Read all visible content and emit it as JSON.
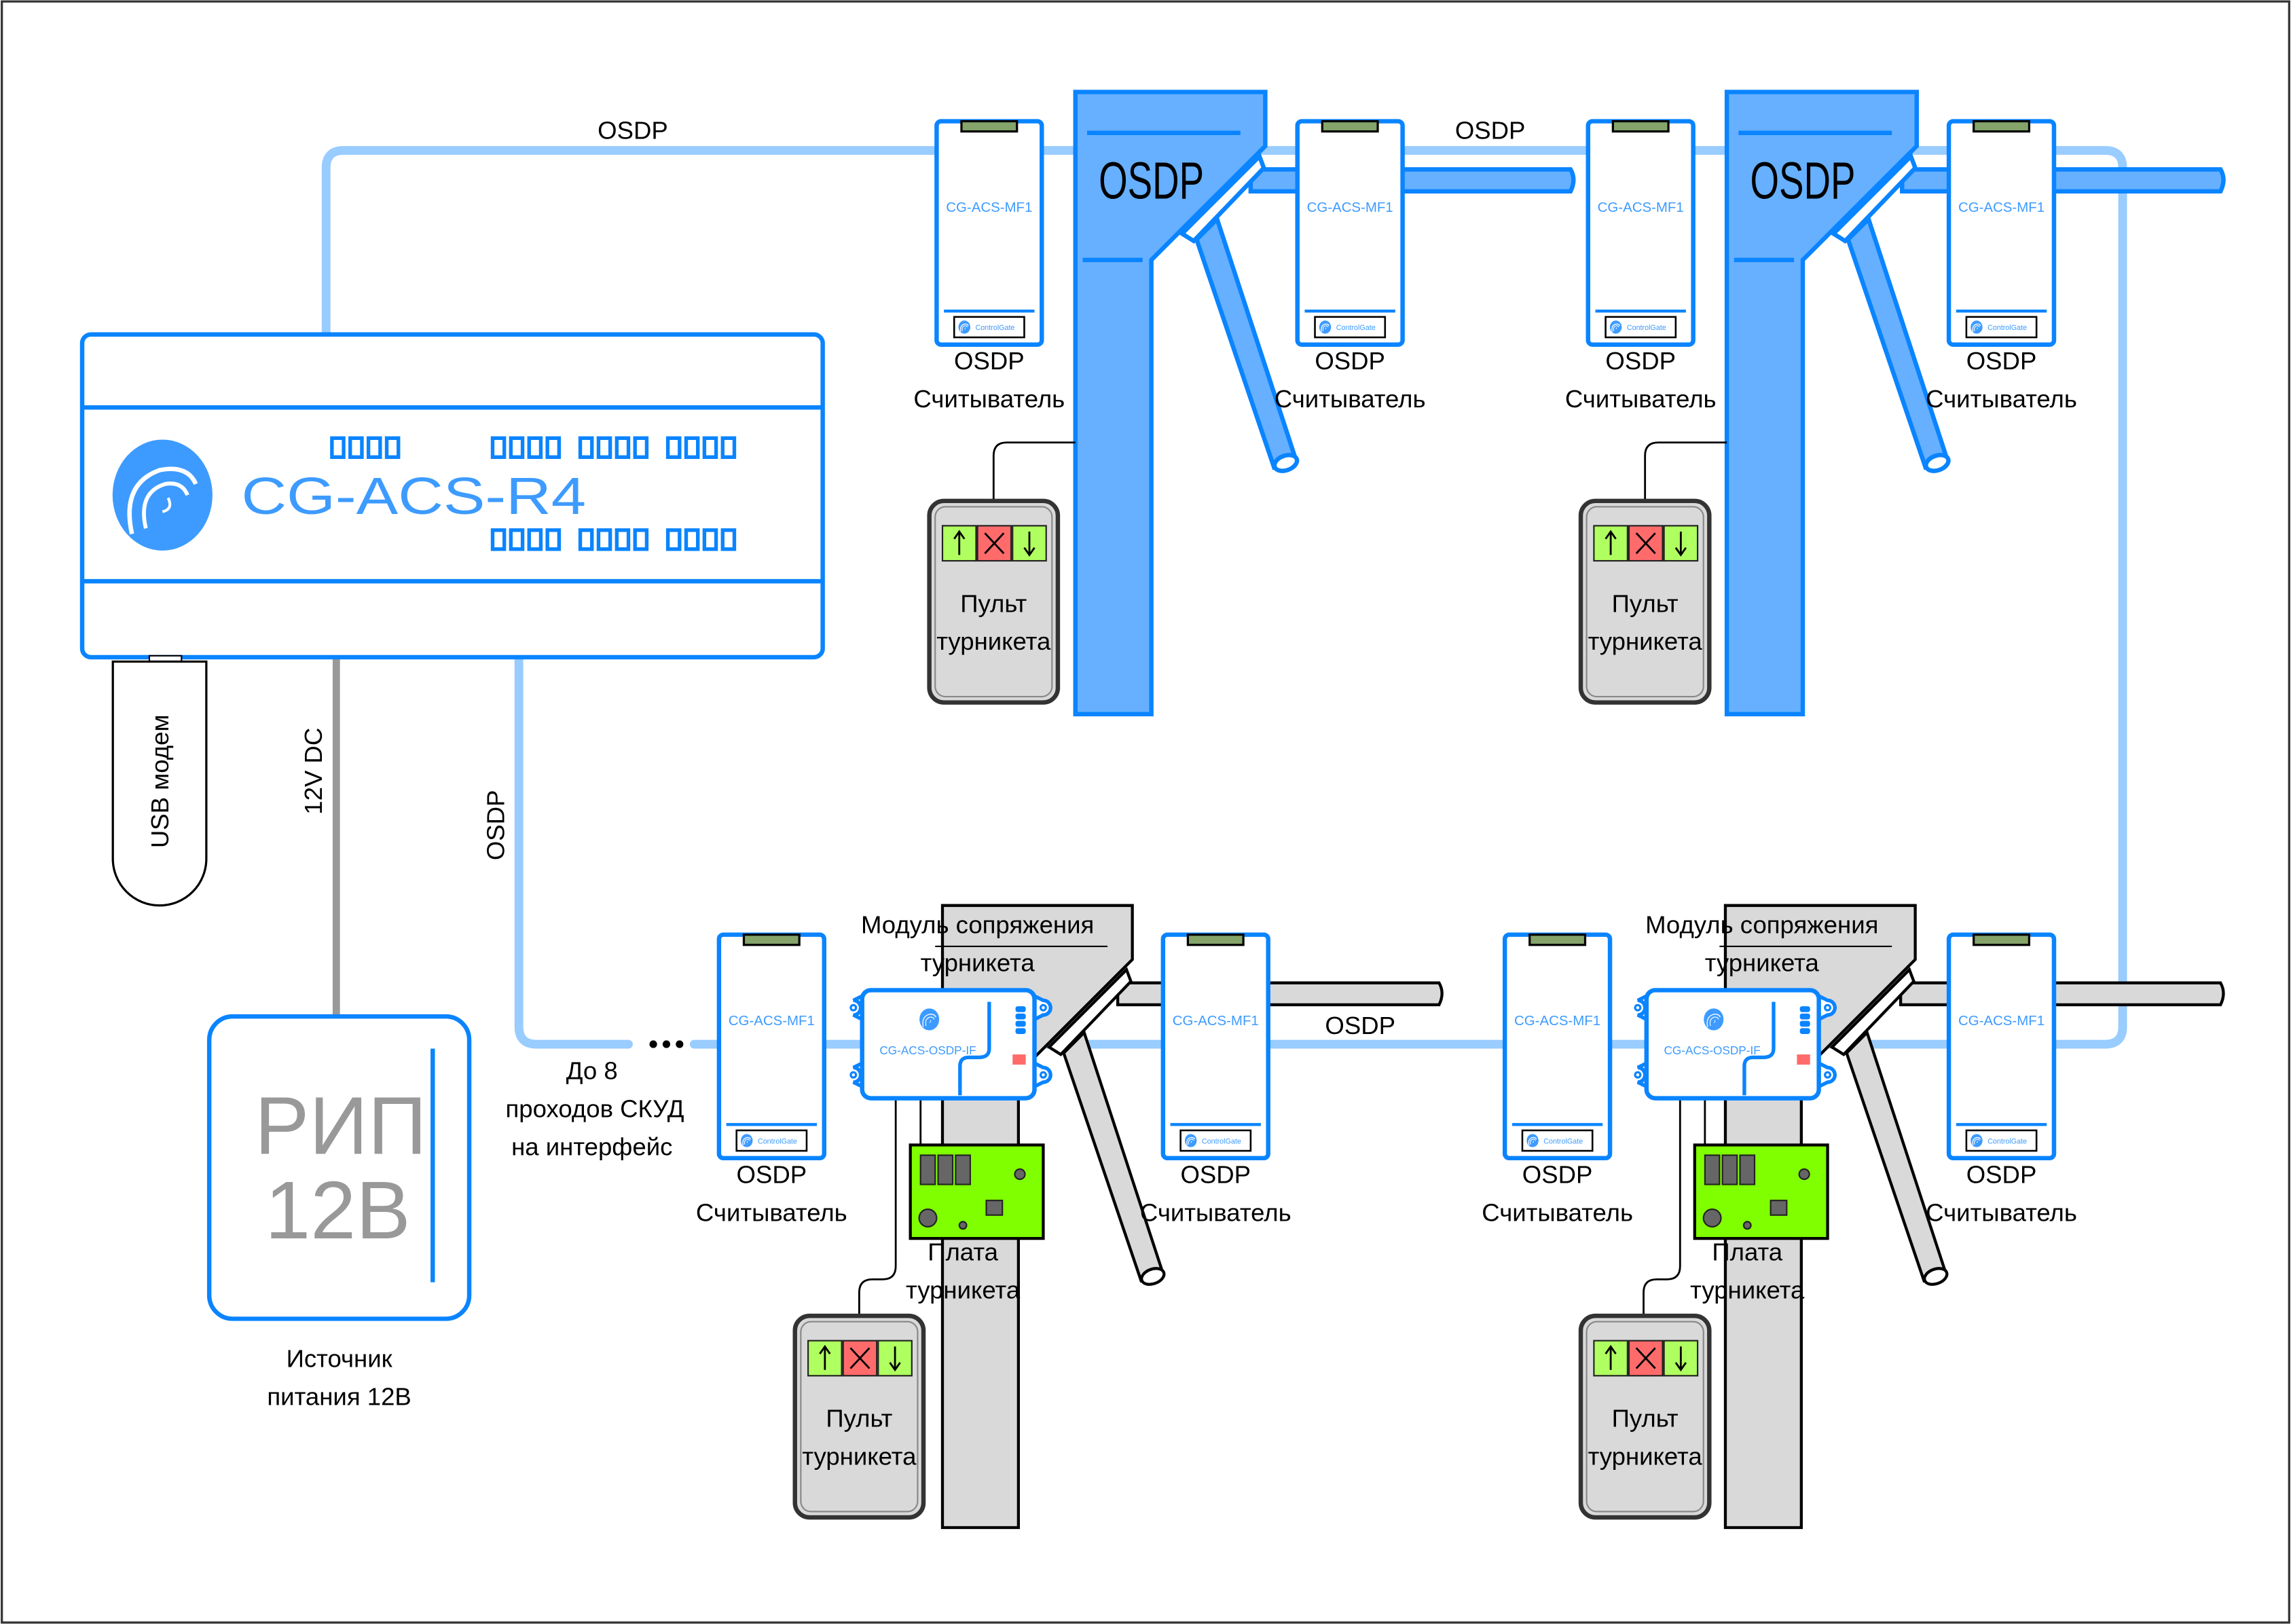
{
  "controller": {
    "model": "CG-ACS-R4"
  },
  "modem": {
    "label": "USB модем"
  },
  "power": {
    "cable_label": "12V DC",
    "box_line1": "РИП",
    "box_line2": "12В",
    "caption_line1": "Источник",
    "caption_line2": "питания 12В"
  },
  "bus": {
    "label": "OSDP",
    "note_line1": "До 8",
    "note_line2": "проходов СКУД",
    "note_line3": "на интерфейс"
  },
  "reader": {
    "model": "CG-ACS-MF1",
    "brand": "ControlGate",
    "label_line1": "OSDP",
    "label_line2": "Считыватель"
  },
  "turnstile": {
    "head_label": "OSDP"
  },
  "console": {
    "line1": "Пульт",
    "line2": "турникета"
  },
  "interface_module": {
    "model": "CG-ACS-OSDP-IF",
    "label_line1": "Модуль сопряжения",
    "label_line2": "турникета"
  },
  "board": {
    "label_line1": "Плата",
    "label_line2": "турникета"
  },
  "colors": {
    "device_blue": "#0a84ff",
    "logo_blue": "#3d9bff",
    "osdp_cable": "#99ccff",
    "turnstile_blue": "#66b0ff",
    "turnstile_gray": "#d9d9d9",
    "power_cable": "#999999",
    "board_green": "#80ff00",
    "button_green": "#b0ff60",
    "button_red": "#ff6b6b"
  }
}
